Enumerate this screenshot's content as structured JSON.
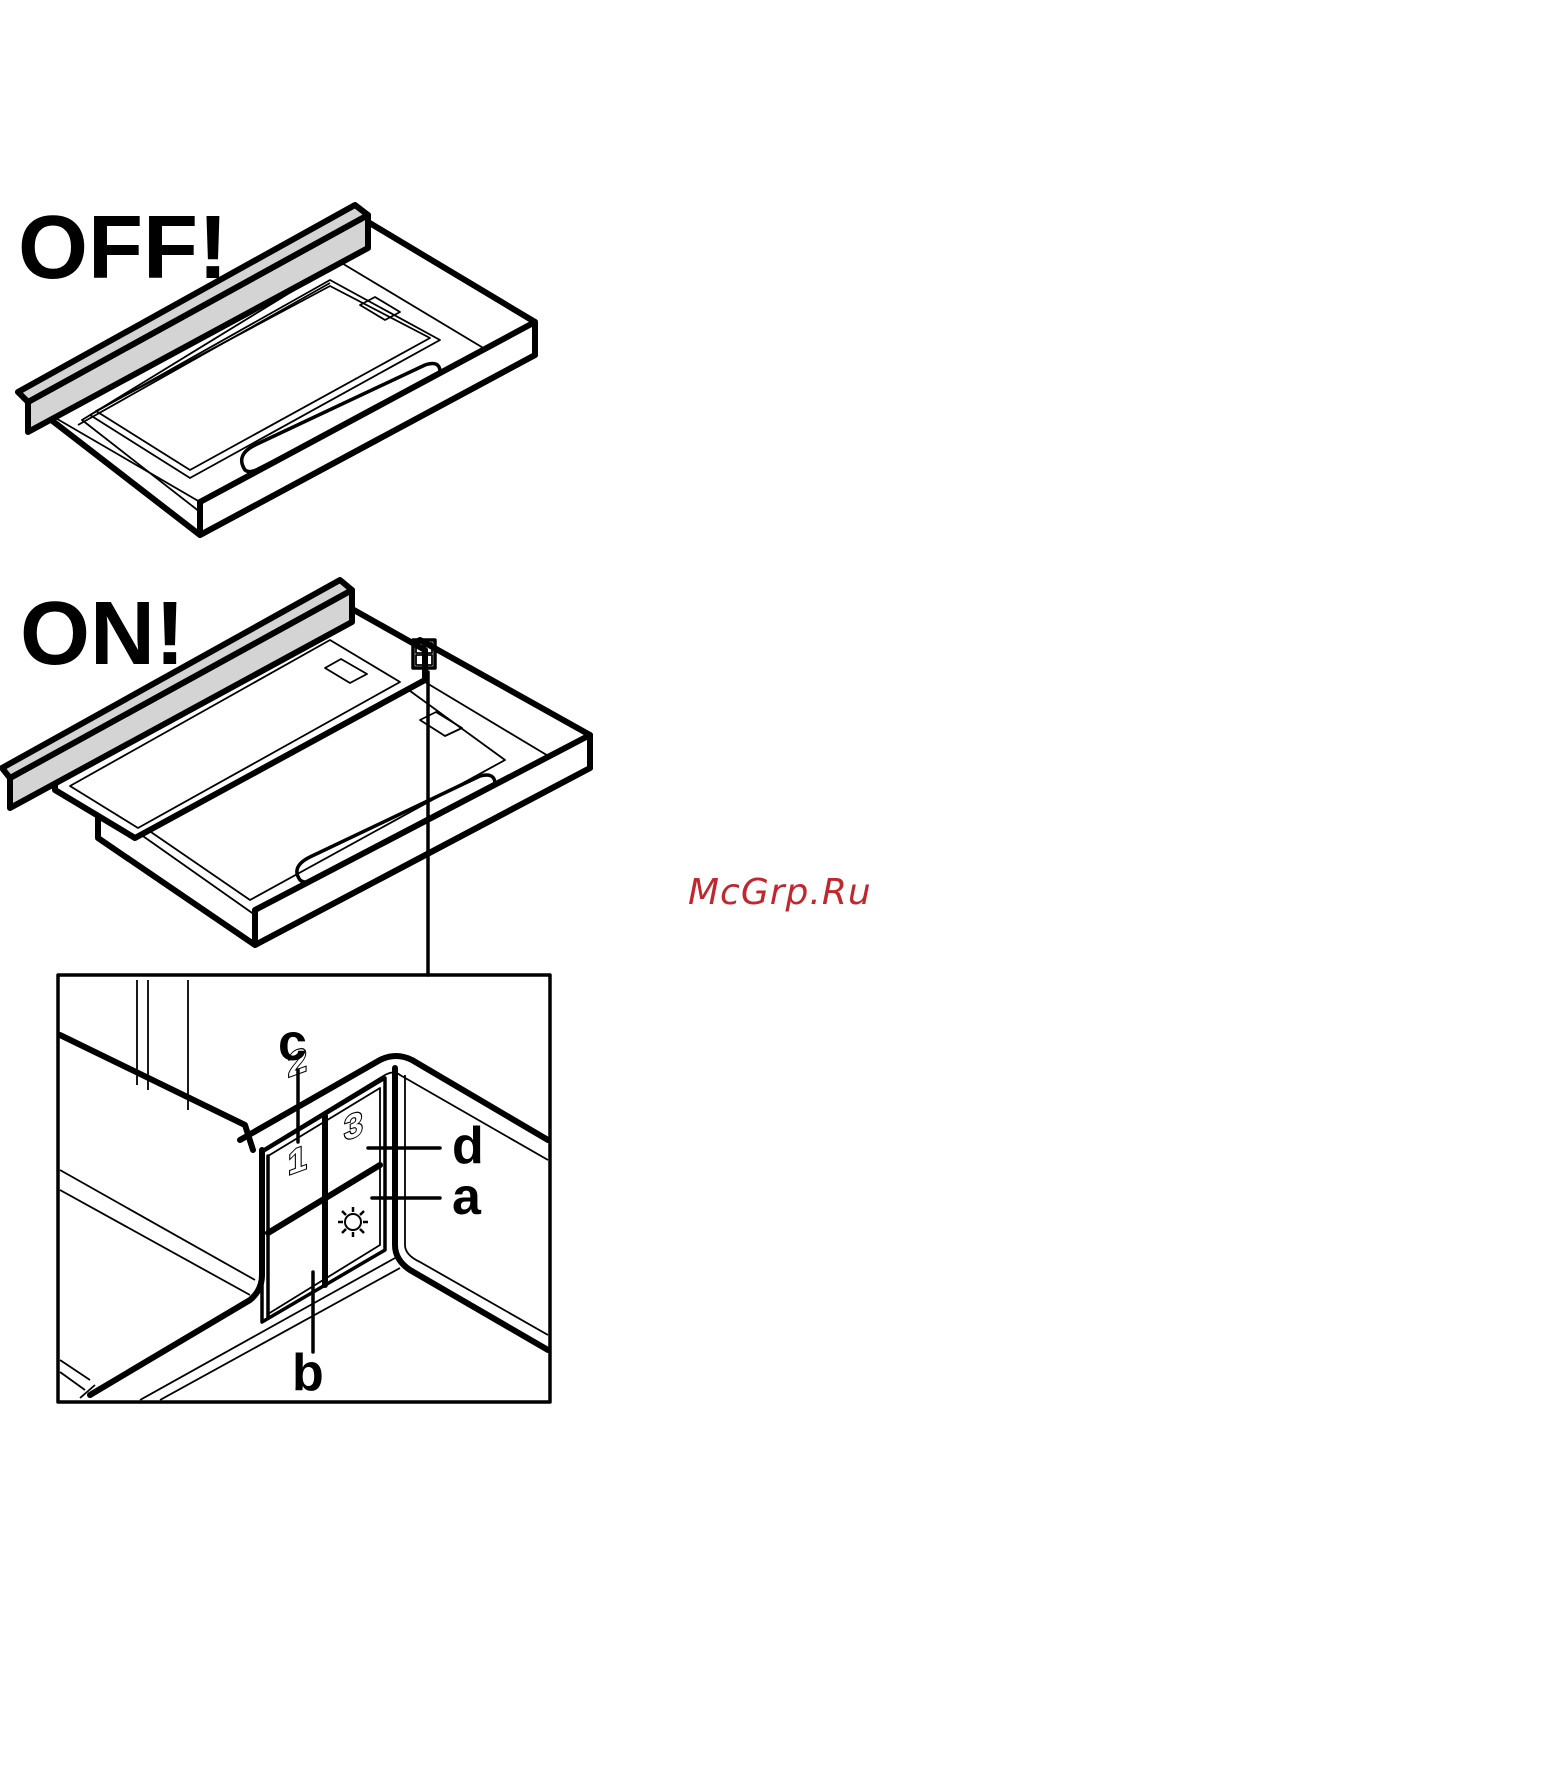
{
  "labels": {
    "off": "OFF!",
    "on": "ON!"
  },
  "callouts": {
    "a": "a",
    "b": "b",
    "c": "c",
    "d": "d"
  },
  "buttons": {
    "one": "1",
    "two": "2",
    "three": "3",
    "light_icon": "light-icon"
  },
  "watermark": {
    "text": "McGrp.Ru",
    "color": "#c0282d"
  }
}
